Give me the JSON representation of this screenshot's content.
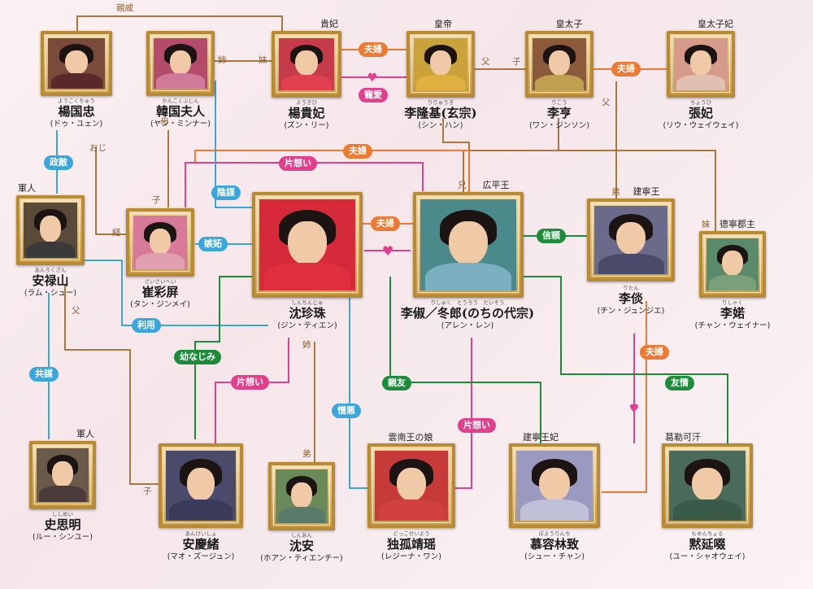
{
  "people": [
    {
      "id": "yang-guozhong",
      "ruby": "ようこくちゅう",
      "name": "楊国忠",
      "actor": "(ドゥ・ユェン)",
      "title": "",
      "tone": "#7a4a3a"
    },
    {
      "id": "lady-hanguo",
      "ruby": "かんこくふじん",
      "name": "韓国夫人",
      "actor": "(ヤン・ミンナー)",
      "title": "",
      "tone": "#b24c6a"
    },
    {
      "id": "yang-guifei",
      "ruby": "ようきひ",
      "name": "楊貴妃",
      "actor": "(ズン・リー)",
      "title": "貴妃",
      "tone": "#c53b4a"
    },
    {
      "id": "li-longji",
      "ruby": "りりゅうき",
      "name": "李隆基(玄宗)",
      "actor": "(シン・ハン)",
      "title": "皇帝",
      "tone": "#c9a23a"
    },
    {
      "id": "li-heng",
      "ruby": "りこう",
      "name": "李亨",
      "actor": "(ワン・ジンソン)",
      "title": "皇太子",
      "tone": "#8a5a3a"
    },
    {
      "id": "zhang-fei",
      "ruby": "ちょうひ",
      "name": "張妃",
      "actor": "(リウ・ウェイウェイ)",
      "title": "皇太子妃",
      "tone": "#d69a8a"
    },
    {
      "id": "an-lushan",
      "ruby": "あんろくざん",
      "name": "安禄山",
      "actor": "(ラム・シュー)",
      "title": "軍人",
      "tone": "#5a4a3a"
    },
    {
      "id": "cui-caiping",
      "ruby": "さいさいへい",
      "name": "崔彩屏",
      "actor": "(タン・ジンメイ)",
      "title": "",
      "tone": "#d77a9a"
    },
    {
      "id": "shen-zhenzhu",
      "ruby": "しんちんじゅ",
      "name": "沈珍珠",
      "actor": "(ジン・ティエン)",
      "title": "",
      "tone": "#d62a3a"
    },
    {
      "id": "li-chu",
      "ruby": "りしゅく　とうろう　だいそう",
      "name": "李俶／冬郎(のちの代宗)",
      "actor": "(アレン・レン)",
      "title": "広平王",
      "tone": "#4a8a8a"
    },
    {
      "id": "li-tan",
      "ruby": "りたん",
      "name": "李倓",
      "actor": "(チン・ジュンジエ)",
      "title": "建寧王",
      "tone": "#6a6a8a"
    },
    {
      "id": "li-chu-princess",
      "ruby": "りしゃく",
      "name": "李婼",
      "actor": "(チャン・ウェイナー)",
      "title": "德寧郡主",
      "tone": "#5a8a6a"
    },
    {
      "id": "shi-siming",
      "ruby": "ししめい",
      "name": "史思明",
      "actor": "(ルー・シンユー)",
      "title": "軍人",
      "tone": "#6a5a4a"
    },
    {
      "id": "an-qingxu",
      "ruby": "あんけいしょ",
      "name": "安慶緒",
      "actor": "(マオ・ズージュン)",
      "title": "",
      "tone": "#4a4a6a"
    },
    {
      "id": "shen-an",
      "ruby": "しんあん",
      "name": "沈安",
      "actor": "(ホアン・ティエンチー)",
      "title": "",
      "tone": "#6a8a5a"
    },
    {
      "id": "dugu-jingyao",
      "ruby": "どっこせいよう",
      "name": "独孤靖瑶",
      "actor": "(レジーナ・ワン)",
      "title": "雲南王の娘",
      "tone": "#c63a3a"
    },
    {
      "id": "murong-linzhi",
      "ruby": "ぼようりんち",
      "name": "慕容林致",
      "actor": "(シュー・チャン)",
      "title": "建寧王妃",
      "tone": "#9a9ac0"
    },
    {
      "id": "mo-yanchuo",
      "ruby": "もゆんちょる",
      "name": "黙延啜",
      "actor": "(ユー・シャオウェイ)",
      "title": "葛勒可汗",
      "tone": "#4a6a5a"
    }
  ],
  "badges": [
    {
      "id": "fufu-emperor",
      "text": "夫婦",
      "color": "orange"
    },
    {
      "id": "choai",
      "text": "寵愛",
      "color": "pink"
    },
    {
      "id": "fufu-crownprince",
      "text": "夫婦",
      "color": "orange"
    },
    {
      "id": "fufu-top",
      "text": "夫婦",
      "color": "orange"
    },
    {
      "id": "kataomoi-top",
      "text": "片想い",
      "color": "pink"
    },
    {
      "id": "seiteki",
      "text": "政敵",
      "color": "blue"
    },
    {
      "id": "inbo",
      "text": "陰謀",
      "color": "blue"
    },
    {
      "id": "shitto",
      "text": "嫉妬",
      "color": "blue"
    },
    {
      "id": "fufu-center",
      "text": "夫婦",
      "color": "orange"
    },
    {
      "id": "shinrai",
      "text": "信頼",
      "color": "green"
    },
    {
      "id": "riyo",
      "text": "利用",
      "color": "blue"
    },
    {
      "id": "osananajimi",
      "text": "幼なじみ",
      "color": "green"
    },
    {
      "id": "kataomoi-left",
      "text": "片想い",
      "color": "pink"
    },
    {
      "id": "kyobo",
      "text": "共謀",
      "color": "blue"
    },
    {
      "id": "shinyu",
      "text": "親友",
      "color": "green"
    },
    {
      "id": "zouo",
      "text": "憎悪",
      "color": "blue"
    },
    {
      "id": "kataomoi-right",
      "text": "片想い",
      "color": "pink"
    },
    {
      "id": "fufu-litan",
      "text": "夫婦",
      "color": "orange"
    },
    {
      "id": "yujo",
      "text": "友情",
      "color": "green"
    }
  ],
  "relation_labels": {
    "shinseki": "親戚",
    "ane": "姉",
    "imouto": "妹",
    "chichi": "父",
    "ko": "子",
    "chichi2": "父",
    "oji": "おじ",
    "haha": "母",
    "ko2": "子",
    "oi": "経",
    "chichi3": "父",
    "ani": "兄",
    "otouto": "弟",
    "imouto2": "妹",
    "ane2": "姉",
    "otouto2": "弟",
    "ko3": "子"
  },
  "colors": {
    "orange": "#ec7a33",
    "pink": "#e0408c",
    "blue": "#3aa6dc",
    "green": "#1c8c3a",
    "brown": "#a87840",
    "frame": "#b98a34"
  }
}
